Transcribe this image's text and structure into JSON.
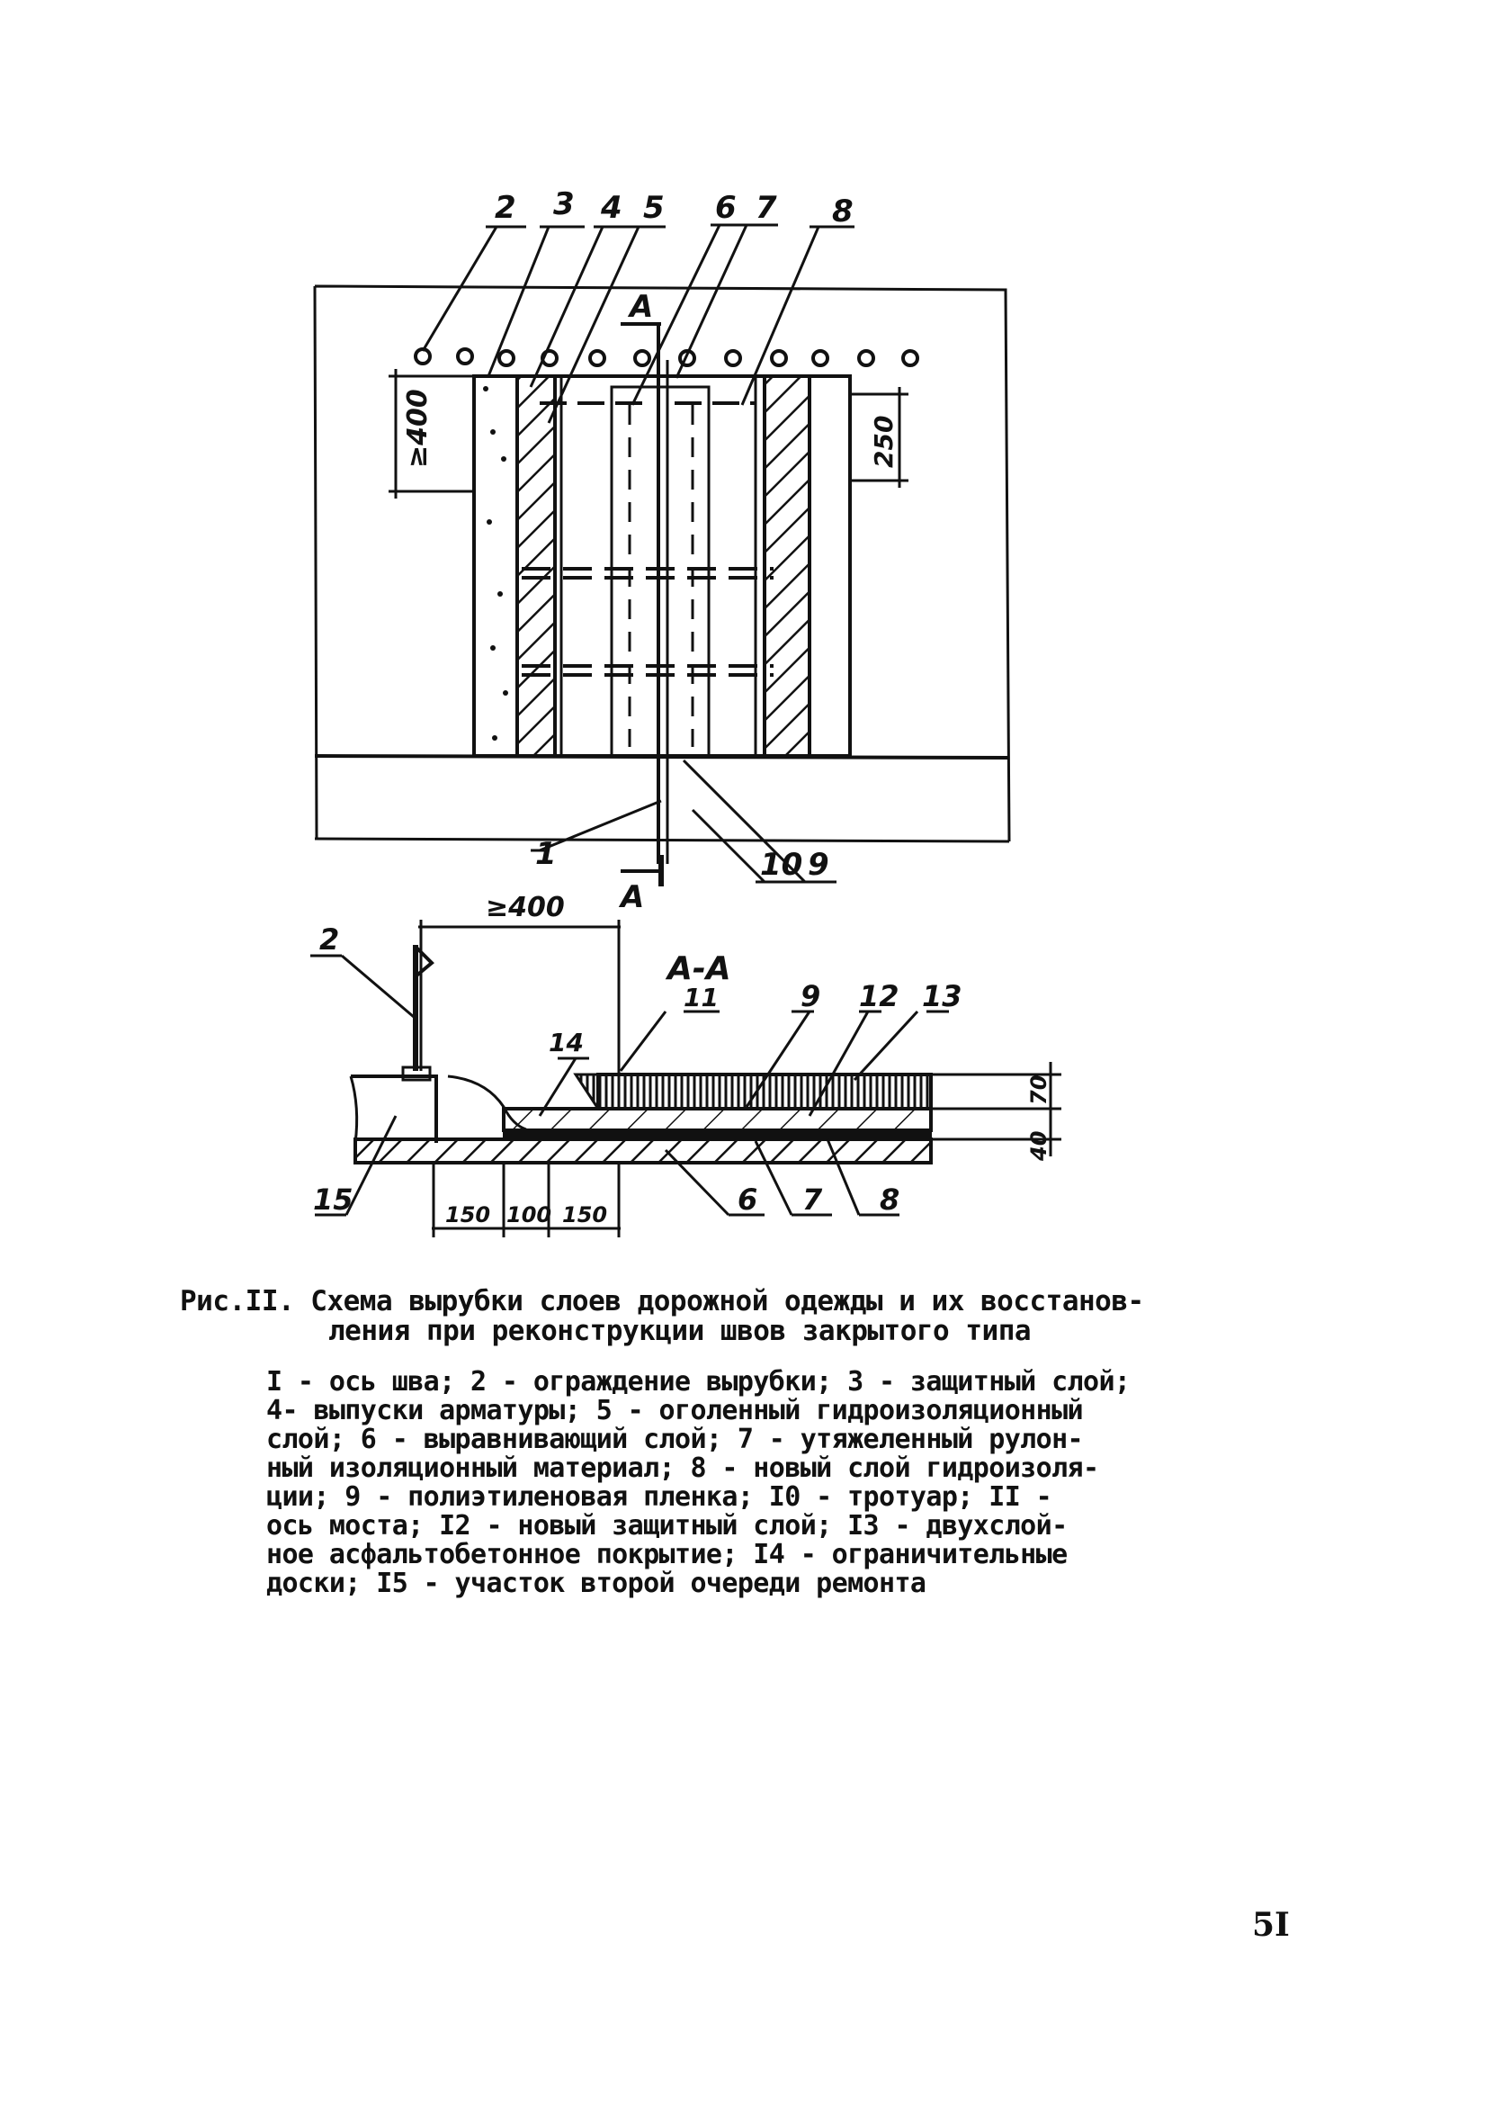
{
  "plan": {
    "labels": [
      "2",
      "3",
      "4",
      "5",
      "6",
      "7",
      "8"
    ],
    "section_mark": "A",
    "dim_left": "≥400",
    "dim_right": "250",
    "bottom_labels": [
      "1",
      "10",
      "9"
    ]
  },
  "section": {
    "title": "А-А",
    "dim_top": "≥400",
    "labels_top": [
      "2",
      "11",
      "14",
      "9",
      "12",
      "13"
    ],
    "labels_bottom": [
      "15",
      "6",
      "7",
      "8"
    ],
    "dims_bottom": [
      "150",
      "100",
      "150"
    ],
    "dims_right": [
      "70",
      "40"
    ]
  },
  "caption": {
    "line1": "Рис.II. Схема вырубки слоев дорожной одежды и их восстанов-",
    "line2": "ления при реконструкции швов закрытого типа"
  },
  "legend": [
    "I - ось шва; 2 - ограждение вырубки; 3 - защитный слой;",
    "4- выпуски арматуры; 5 - оголенный гидроизоляционный",
    "слой; 6 - выравнивающий слой; 7 - утяжеленный рулон-",
    "ный изоляционный материал; 8 - новый слой гидроизоля-",
    "ции; 9 - полиэтиленовая пленка; I0 - тротуар; II -",
    "ось моста; I2 - новый защитный слой; I3 - двухслой-",
    "ное асфальтобетонное покрытие; I4 - ограничительные",
    "доски; I5 - участок второй очереди ремонта"
  ],
  "page_number": "5I"
}
